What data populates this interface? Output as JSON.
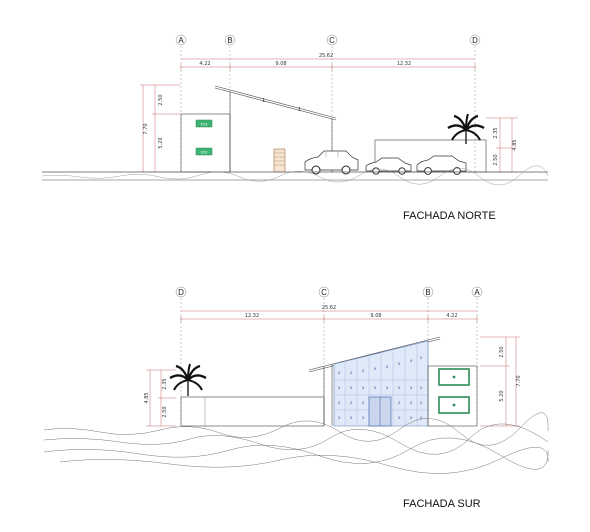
{
  "north_elevation": {
    "title": "FACHADA NORTE",
    "axes": [
      "A",
      "B",
      "C",
      "D"
    ],
    "total_width": "25.62",
    "spans": [
      "4.22",
      "9.08",
      "12.32"
    ],
    "left_heights": [
      "2.50",
      "7.70",
      "5.20"
    ],
    "right_heights": [
      "2.35",
      "4.85",
      "2.50"
    ],
    "window_labels": [
      "7/01",
      "7/01"
    ]
  },
  "south_elevation": {
    "title": "FACHADA SUR",
    "axes": [
      "D",
      "C",
      "B",
      "A"
    ],
    "total_width": "25.62",
    "spans": [
      "12.32",
      "9.08",
      "4.22"
    ],
    "left_heights": [
      "2.35",
      "4.85",
      "2.50"
    ],
    "right_heights": [
      "2.50",
      "7.70",
      "5.20"
    ]
  },
  "colors": {
    "line": "#444444",
    "window_fill": "#3cb371",
    "window_frame": "#2e8b57",
    "glass": "#dfe9f7",
    "ground": "#777777"
  }
}
